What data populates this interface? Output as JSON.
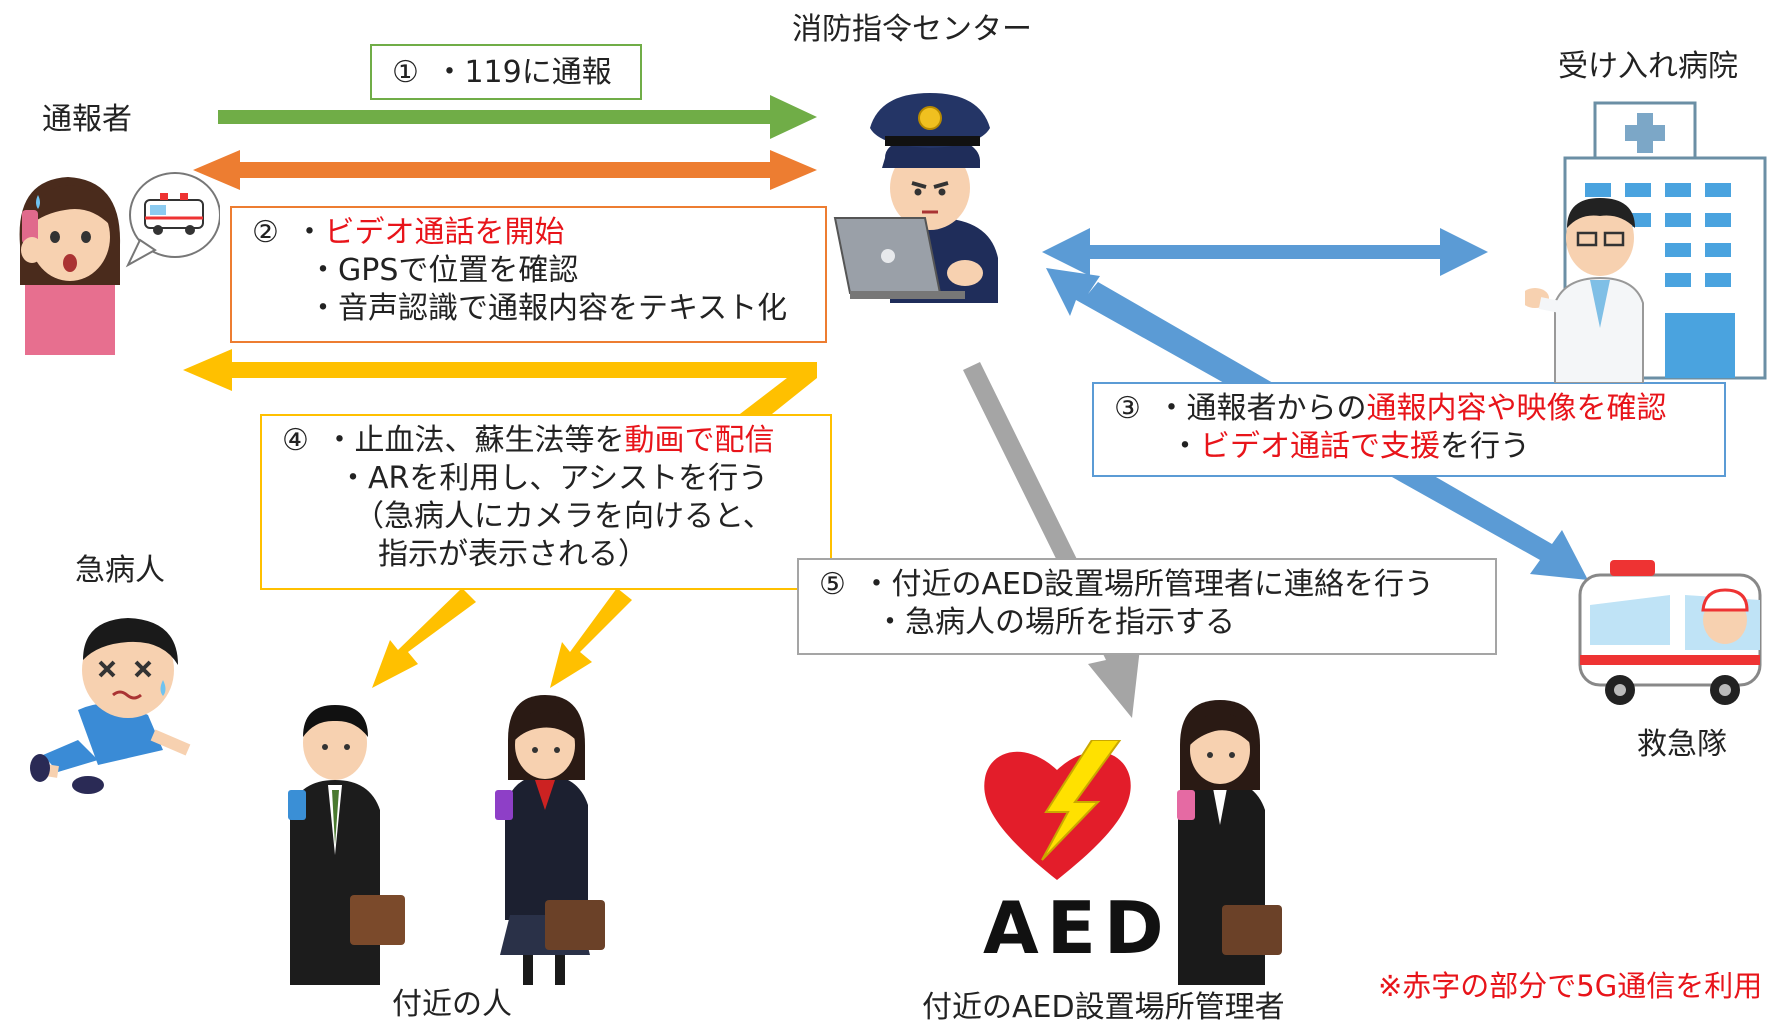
{
  "actors": {
    "reporter": "通報者",
    "command_center": "消防指令センター",
    "hospital": "受け入れ病院",
    "patient": "急病人",
    "ambulance": "救急隊",
    "nearby_people": "付近の人",
    "aed_manager": "付近のAED設置場所管理者"
  },
  "boxes": {
    "b1": {
      "num": "①",
      "text": "・119に通報"
    },
    "b2": {
      "num": "②",
      "l1_pre": "・",
      "l1_red": "ビデオ通話を開始",
      "l2": "・GPSで位置を確認",
      "l3": "・音声認識で通報内容をテキスト化"
    },
    "b3": {
      "num": "③",
      "l1_pre": "・通報者からの",
      "l1_red": "通報内容や映像を確認",
      "l2_pre": "・",
      "l2_red": "ビデオ通話で支援",
      "l2_post": "を行う"
    },
    "b4": {
      "num": "④",
      "l1_pre": "・止血法、蘇生法等を",
      "l1_red": "動画で配信",
      "l2": "・ARを利用し、アシストを行う",
      "l3": "（急病人にカメラを向けると、",
      "l4": "指示が表示される）"
    },
    "b5": {
      "num": "⑤",
      "l1": "・付近のAED設置場所管理者に連絡を行う",
      "l2": "・急病人の場所を指示する"
    }
  },
  "aed_logo": "AED",
  "note": "※赤字の部分で5G通信を利用",
  "colors": {
    "green": "#70ad47",
    "orange": "#ed7d31",
    "yellow": "#ffc000",
    "blue": "#5b9bd5",
    "gray": "#a5a5a5",
    "red_text": "#e8141a"
  }
}
